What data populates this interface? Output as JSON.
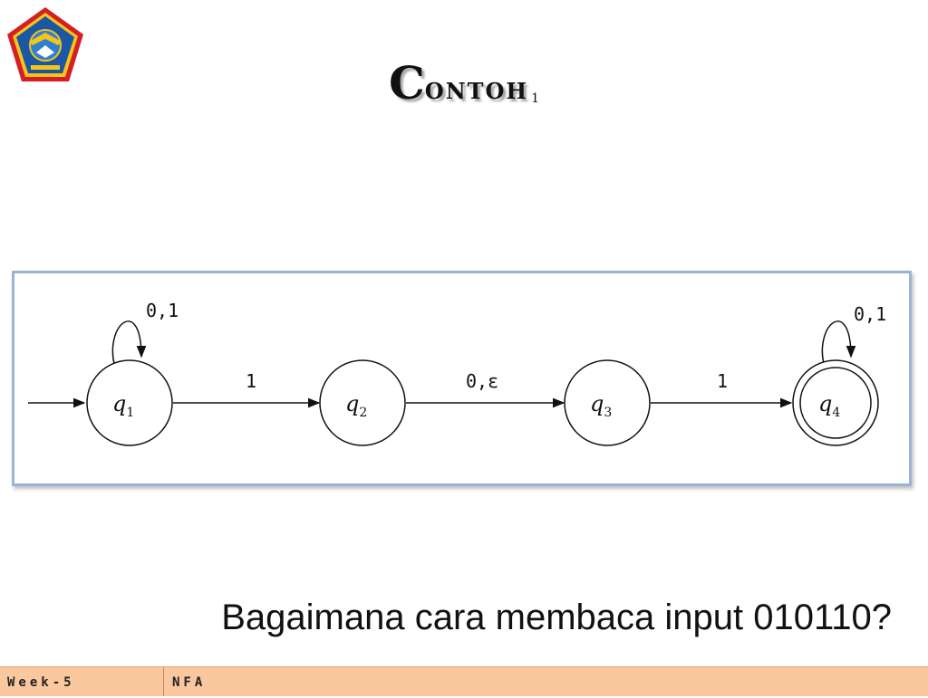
{
  "slide": {
    "title_first": "C",
    "title_rest": "ontoh",
    "title_sub": "1",
    "question": "Bagaimana cara membaca input 010110?"
  },
  "logo": {
    "name": "institution-emblem",
    "colors": {
      "border": "#d51f26",
      "fill": "#1c57a6",
      "accent": "#f5c518"
    }
  },
  "nfa": {
    "states": [
      {
        "id": "q1",
        "letter": "q",
        "sub": "1",
        "accept": false,
        "start": true
      },
      {
        "id": "q2",
        "letter": "q",
        "sub": "2",
        "accept": false,
        "start": false
      },
      {
        "id": "q3",
        "letter": "q",
        "sub": "3",
        "accept": false,
        "start": false
      },
      {
        "id": "q4",
        "letter": "q",
        "sub": "4",
        "accept": true,
        "start": false
      }
    ],
    "transitions": [
      {
        "from": "q1",
        "to": "q1",
        "label": "0,1"
      },
      {
        "from": "q1",
        "to": "q2",
        "label": "1"
      },
      {
        "from": "q2",
        "to": "q3",
        "label": "0,ε"
      },
      {
        "from": "q3",
        "to": "q4",
        "label": "1"
      },
      {
        "from": "q4",
        "to": "q4",
        "label": "0,1"
      }
    ]
  },
  "footer": {
    "left": "Week-5",
    "right": "NFA",
    "background": "#f9c89e"
  }
}
